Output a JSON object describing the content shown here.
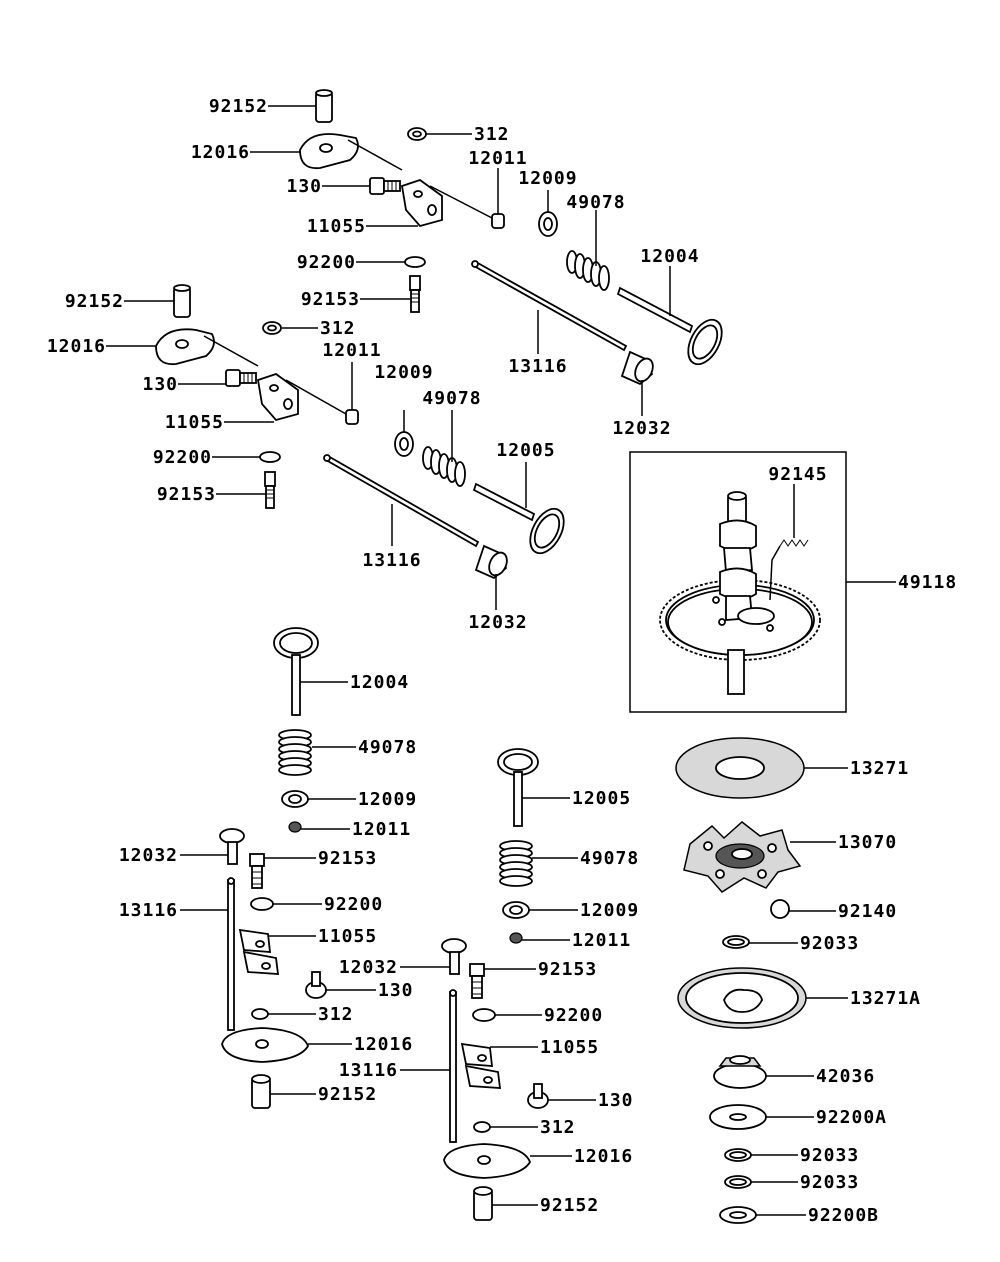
{
  "labels": {
    "l1": "92152",
    "l2": "12016",
    "l3": "312",
    "l4": "12011",
    "l5": "12009",
    "l6": "49078",
    "l7": "130",
    "l8": "11055",
    "l9": "12004",
    "l10": "92200",
    "l11": "92153",
    "l12": "92152",
    "l13": "312",
    "l14": "12016",
    "l15": "12011",
    "l16": "13116",
    "l17": "130",
    "l18": "12009",
    "l19": "49078",
    "l20": "11055",
    "l21": "12032",
    "l22": "92200",
    "l23": "12005",
    "l24": "92153",
    "l25": "92145",
    "l26": "13116",
    "l27": "49118",
    "l28": "12032",
    "l29": "12004",
    "l30": "49078",
    "l31": "13271",
    "l32": "12009",
    "l33": "12005",
    "l34": "12011",
    "l35": "13070",
    "l36": "12032",
    "l37": "92153",
    "l38": "49078",
    "l39": "13116",
    "l40": "92200",
    "l41": "12009",
    "l42": "92140",
    "l43": "11055",
    "l44": "12011",
    "l45": "92033",
    "l46": "12032",
    "l47": "92153",
    "l48": "130",
    "l49": "13271A",
    "l50": "312",
    "l51": "92200",
    "l52": "12016",
    "l53": "11055",
    "l54": "13116",
    "l55": "42036",
    "l56": "92152",
    "l57": "130",
    "l58": "92200A",
    "l59": "312",
    "l60": "12016",
    "l61": "92033",
    "l62": "92033",
    "l63": "92152",
    "l64": "92200B"
  },
  "parts": [
    "rocker-arm-bushing",
    "rocker-arm",
    "nut",
    "valve-cap",
    "valve-spring-retainer",
    "valve-spring",
    "pivot-bolt",
    "rocker-bracket",
    "intake-valve",
    "washer",
    "adjusting-bolt",
    "push-rod",
    "exhaust-valve",
    "tappet",
    "camshaft-assembly",
    "gear-spring",
    "cam-plate",
    "weight-plate",
    "ball",
    "circlip",
    "governor-plate",
    "governor-collar",
    "washer-a",
    "washer-b"
  ]
}
